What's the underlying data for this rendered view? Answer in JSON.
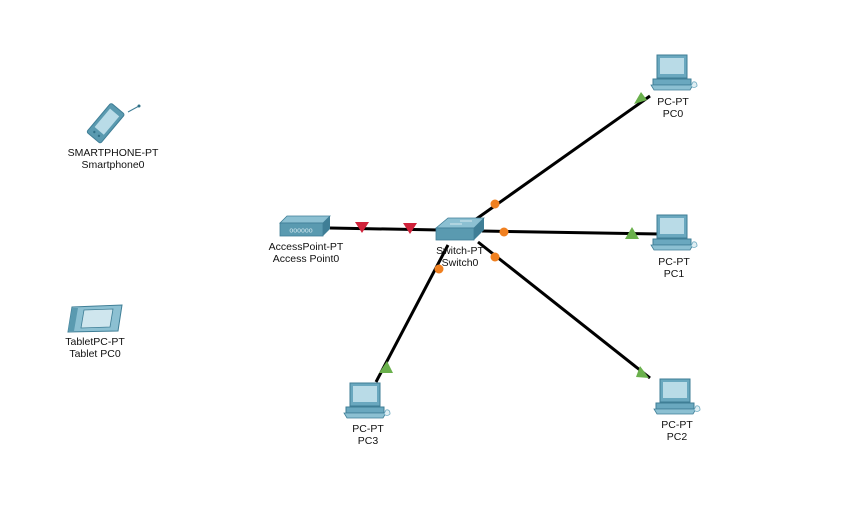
{
  "colors": {
    "background": "#ffffff",
    "link": "#000000",
    "link_up": "#6ab04c",
    "link_down": "#d0223a",
    "link_negotiating": "#f08020",
    "device_fill": "#5a9ab0",
    "device_light": "#b9dbe7"
  },
  "devices": [
    {
      "id": "smartphone0",
      "icon": "smartphone-icon",
      "model": "SMARTPHONE-PT",
      "name": "Smartphone0"
    },
    {
      "id": "tabletpc0",
      "icon": "tablet-icon",
      "model": "TabletPC-PT",
      "name": "Tablet PC0"
    },
    {
      "id": "accesspoint0",
      "icon": "access-point-icon",
      "model": "AccessPoint-PT",
      "name": "Access Point0"
    },
    {
      "id": "switch0",
      "icon": "switch-icon",
      "model": "Switch-PT",
      "name": "Switch0"
    },
    {
      "id": "pc0",
      "icon": "pc-icon",
      "model": "PC-PT",
      "name": "PC0"
    },
    {
      "id": "pc1",
      "icon": "pc-icon",
      "model": "PC-PT",
      "name": "PC1"
    },
    {
      "id": "pc2",
      "icon": "pc-icon",
      "model": "PC-PT",
      "name": "PC2"
    },
    {
      "id": "pc3",
      "icon": "pc-icon",
      "model": "PC-PT",
      "name": "PC3"
    }
  ],
  "links": [
    {
      "from": "accesspoint0",
      "to": "switch0",
      "from_status": "down",
      "to_status": "down"
    },
    {
      "from": "switch0",
      "to": "pc0",
      "from_status": "negotiating",
      "to_status": "up"
    },
    {
      "from": "switch0",
      "to": "pc1",
      "from_status": "negotiating",
      "to_status": "up"
    },
    {
      "from": "switch0",
      "to": "pc2",
      "from_status": "negotiating",
      "to_status": "up"
    },
    {
      "from": "switch0",
      "to": "pc3",
      "from_status": "negotiating",
      "to_status": "up"
    }
  ]
}
